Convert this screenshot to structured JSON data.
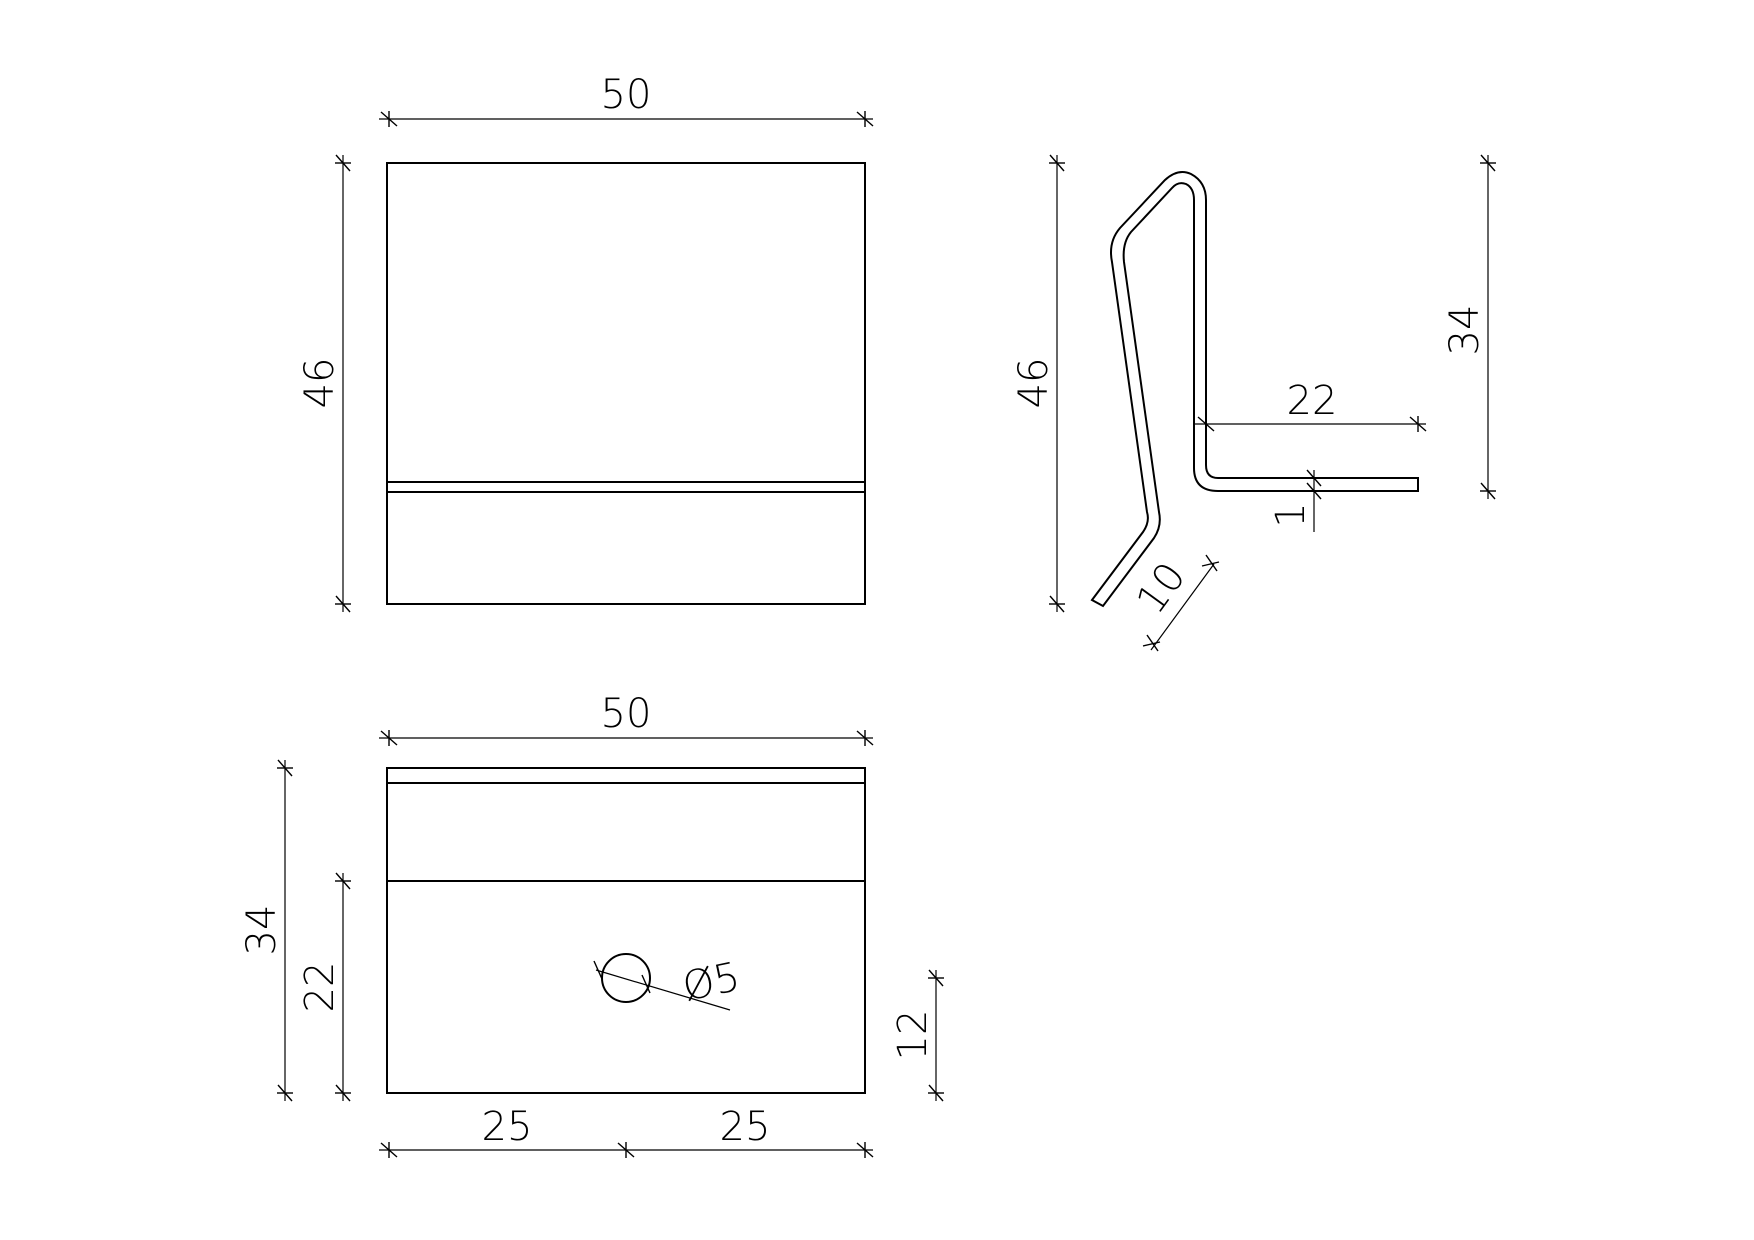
{
  "front_view": {
    "width_dim": "50",
    "height_dim": "46"
  },
  "side_view": {
    "height_dim": "46",
    "flange_height_dim": "34",
    "flange_length_dim": "22",
    "thickness_dim": "1",
    "lip_length_dim": "10"
  },
  "top_view": {
    "width_dim": "50",
    "total_depth_dim": "34",
    "inner_depth_dim": "22",
    "hole_diameter_dim": "Ø5",
    "hole_offset_dim": "12",
    "half_left_dim": "25",
    "half_right_dim": "25"
  }
}
